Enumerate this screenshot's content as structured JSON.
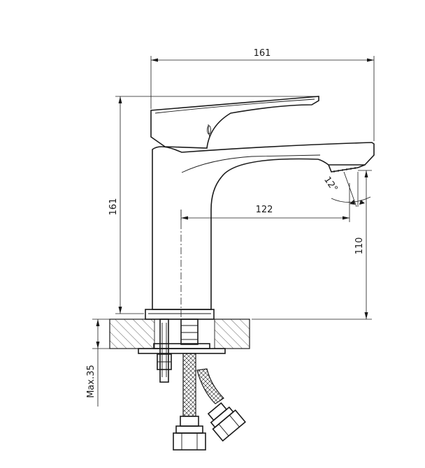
{
  "dimensions": {
    "overall_width": "161",
    "overall_height": "161",
    "spout_reach": "122",
    "spout_height": "110",
    "spout_angle": "12°",
    "max_counter_thickness": "Max.35"
  }
}
